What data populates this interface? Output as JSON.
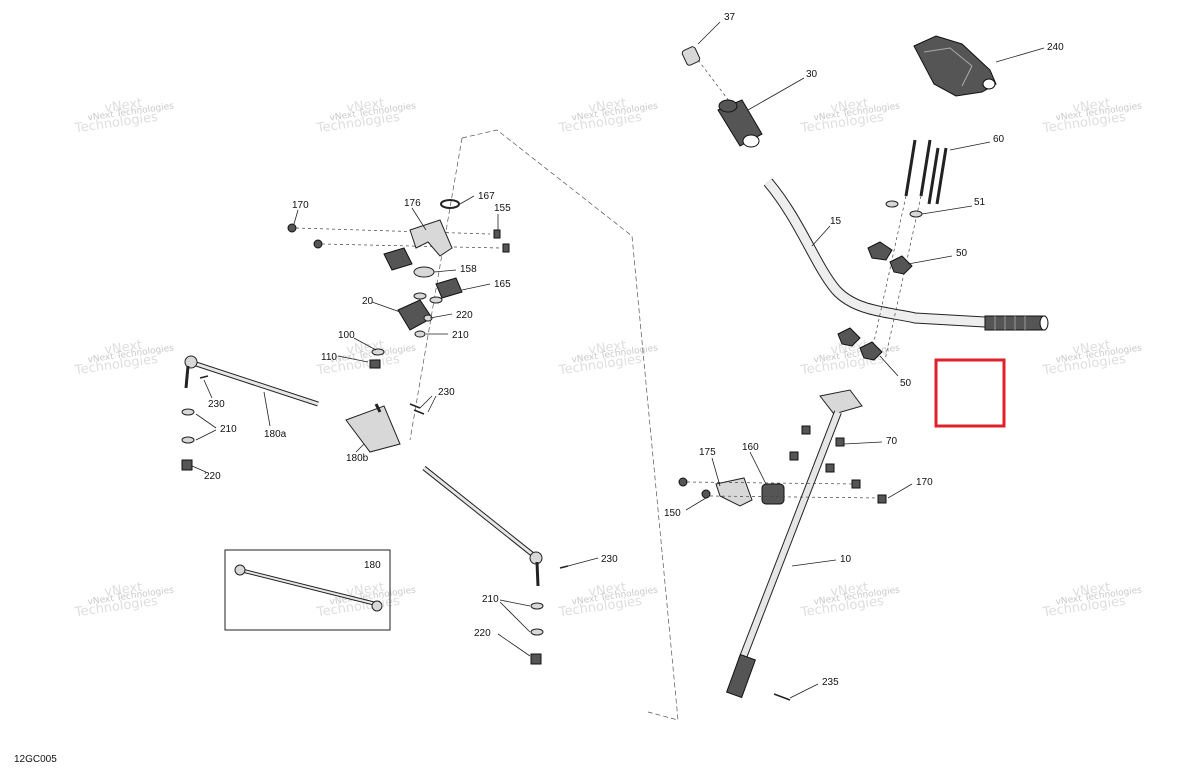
{
  "diagram": {
    "code": "12GC005",
    "callouts": [
      "37",
      "30",
      "240",
      "60",
      "51",
      "15",
      "50",
      "50",
      "70",
      "160",
      "175",
      "170",
      "150",
      "10",
      "235",
      "170",
      "176",
      "167",
      "155",
      "158",
      "165",
      "20",
      "220",
      "210",
      "100",
      "110",
      "230",
      "230",
      "180a",
      "210",
      "220",
      "180b",
      "230",
      "180",
      "210",
      "220"
    ],
    "watermark": {
      "line1": "vNext",
      "line2": "Technologies",
      "combined": "vNext Technologies"
    },
    "highlight_color": "#e0202a"
  }
}
